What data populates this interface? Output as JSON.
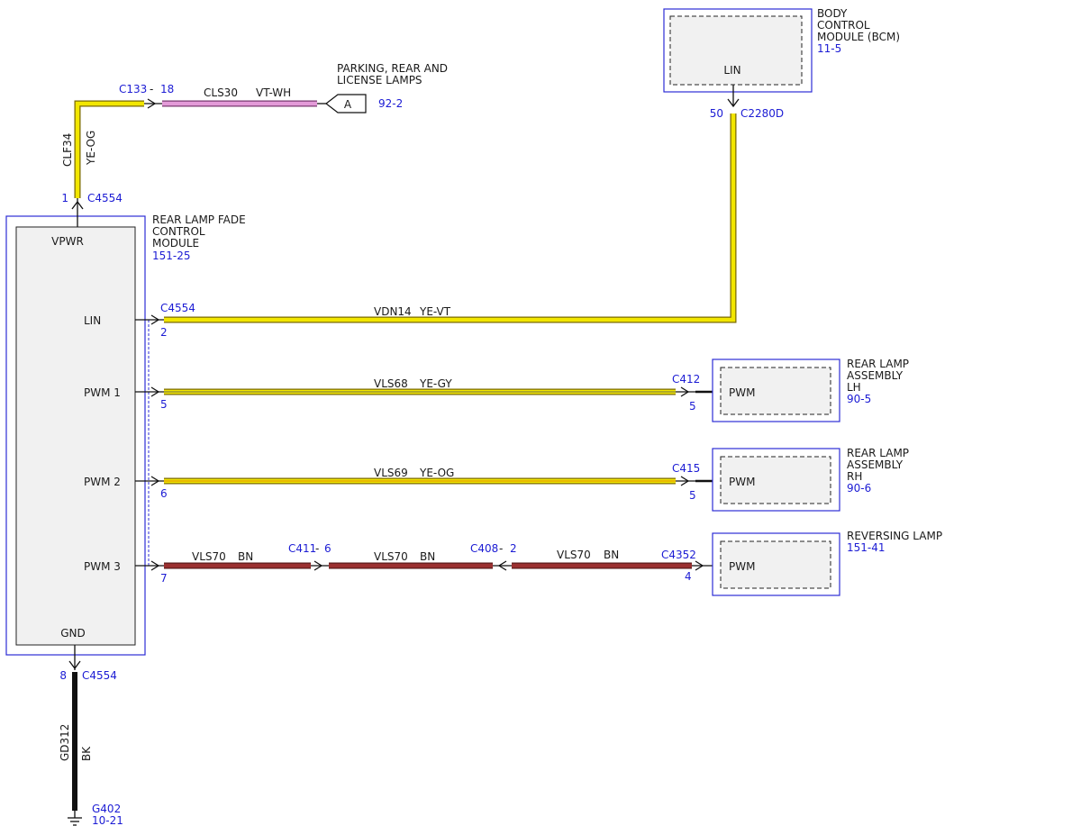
{
  "main_module": {
    "name_lines": [
      "REAR LAMP FADE",
      "CONTROL",
      "MODULE"
    ],
    "ref": "151-25",
    "pins": {
      "vpwr": "VPWR",
      "lin": "LIN",
      "pwm1": "PWM 1",
      "pwm2": "PWM 2",
      "pwm3": "PWM 3",
      "gnd": "GND"
    }
  },
  "bcm": {
    "name_lines": [
      "BODY",
      "CONTROL",
      "MODULE (BCM)"
    ],
    "ref": "11-5",
    "pin_label": "LIN",
    "pin": "50",
    "connector": "C2280D"
  },
  "vpwr_circuit": {
    "pin": "1",
    "connector": "C4554",
    "circuit": "CLF34",
    "color": "YE-OG",
    "inline_connector": "C133",
    "inline_pin": "18",
    "circuit2": "CLS30",
    "color2": "VT-WH",
    "target_name_lines": [
      "PARKING, REAR AND",
      "LICENSE LAMPS"
    ],
    "target_ref": "92-2",
    "arrow_label": "A"
  },
  "lin_circuit": {
    "connector": "C4554",
    "pin": "2",
    "circuit": "VDN14",
    "color": "YE-VT"
  },
  "pwm1_circuit": {
    "pin": "5",
    "circuit": "VLS68",
    "color": "YE-GY",
    "target_connector": "C412",
    "target_pin": "5",
    "target_name_lines": [
      "REAR LAMP",
      "ASSEMBLY",
      "LH"
    ],
    "target_ref": "90-5",
    "target_pin_label": "PWM"
  },
  "pwm2_circuit": {
    "pin": "6",
    "circuit": "VLS69",
    "color": "YE-OG",
    "target_connector": "C415",
    "target_pin": "5",
    "target_name_lines": [
      "REAR LAMP",
      "ASSEMBLY",
      "RH"
    ],
    "target_ref": "90-6",
    "target_pin_label": "PWM"
  },
  "pwm3_circuit": {
    "pin": "7",
    "seg1_circuit": "VLS70",
    "seg1_color": "BN",
    "inline1": "C411",
    "inline1_pin": "6",
    "seg2_circuit": "VLS70",
    "seg2_color": "BN",
    "inline2": "C408",
    "inline2_pin": "2",
    "seg3_circuit": "VLS70",
    "seg3_color": "BN",
    "target_connector": "C4352",
    "target_pin": "4",
    "target_name_lines": [
      "REVERSING LAMP"
    ],
    "target_ref": "151-41",
    "target_pin_label": "PWM"
  },
  "ground_circuit": {
    "pin": "8",
    "connector": "C4554",
    "circuit": "GD312",
    "color": "BK",
    "ground_point": "G402",
    "ground_ref": "10-21"
  },
  "colors": {
    "yellow": "#f2e600",
    "wire_dark": "#7a6a00",
    "pink": "#e39ad8",
    "brown": "#9b3030",
    "black": "#111111",
    "module_outline": "#2d2dd6",
    "module_fill": "#f1f1f1",
    "label_blue": "#1c1cd4"
  }
}
